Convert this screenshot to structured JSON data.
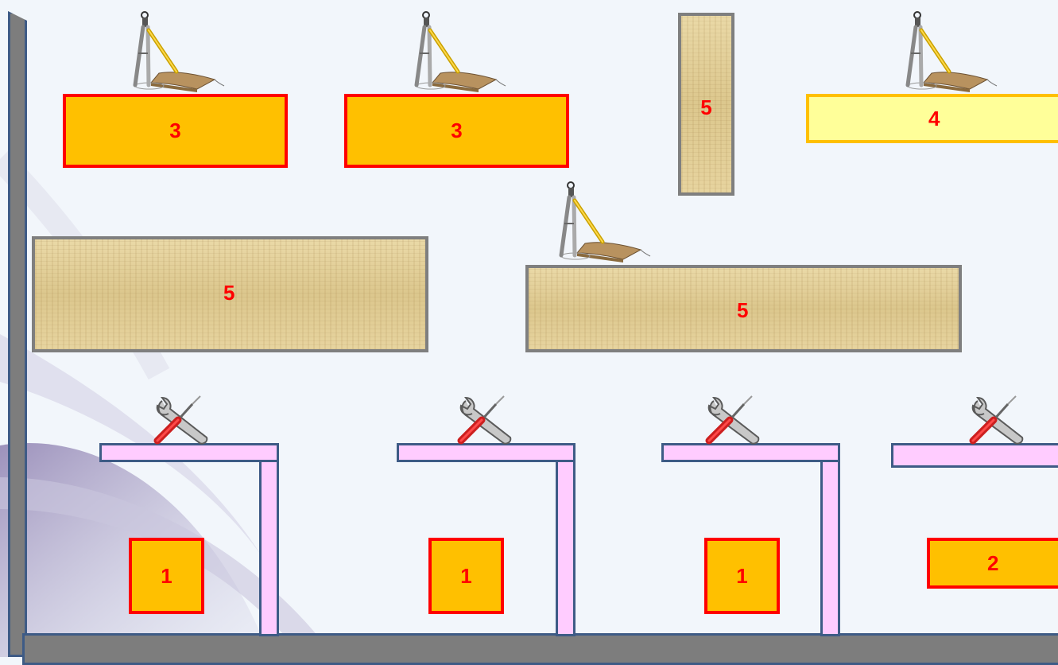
{
  "colors": {
    "background": "#f2f6fb",
    "wall_fill": "#7d7d7d",
    "outline_blue": "#3e5b86",
    "box_orange": "#ffc000",
    "box_red_border": "#ff0000",
    "box_light_yellow": "#ffff99",
    "shelf_pink": "#ffccff",
    "label_red": "#ff0000"
  },
  "boxes": {
    "top_1": "3",
    "top_2": "3",
    "top_vertical_wood": "5",
    "top_4": "4",
    "wood_left": "5",
    "wood_right": "5",
    "bottom_1": "1",
    "bottom_2": "1",
    "bottom_3": "1",
    "bottom_4": "2"
  },
  "icons": {
    "drafting": "compass-ruler-icon",
    "tools": "wrench-screwdriver-icon"
  }
}
